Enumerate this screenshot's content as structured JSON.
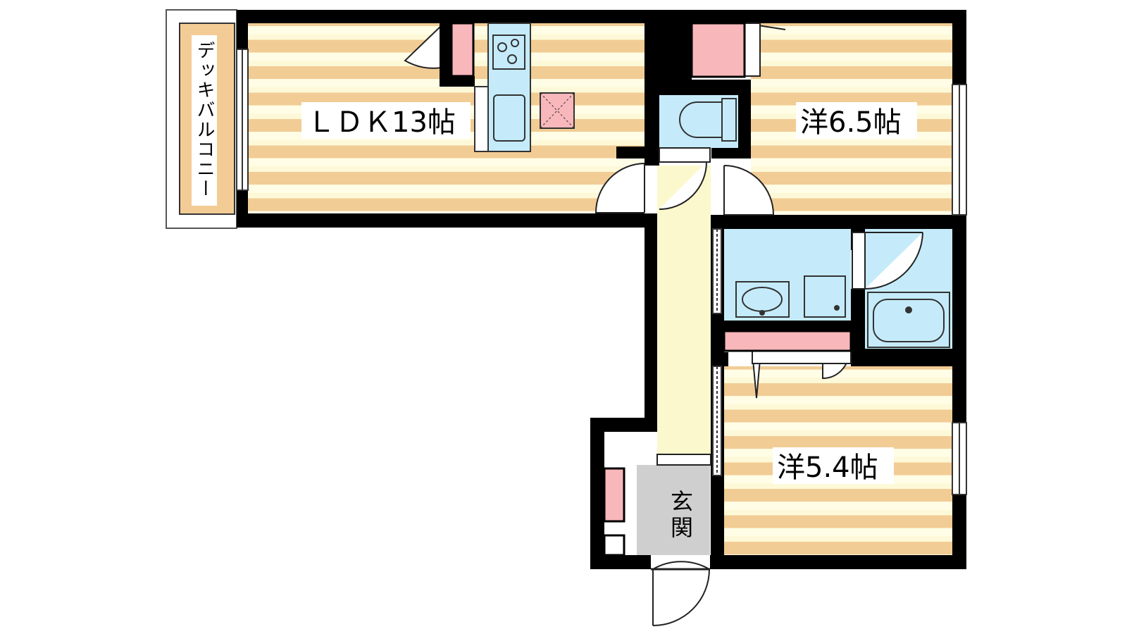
{
  "rooms": {
    "ldk": {
      "label": "ＬＤＫ13帖"
    },
    "western_1": {
      "label": "洋6.5帖"
    },
    "western_2": {
      "label": "洋5.4帖"
    },
    "entrance": {
      "label_top": "玄",
      "label_bottom": "関"
    },
    "balcony": {
      "label": "デッキバルコニー"
    }
  },
  "colors": {
    "wall": "#000000",
    "stripe_light": "#fdf9d8",
    "stripe_dark": "#f2cc95",
    "wet_area": "#c5ebfa",
    "storage": "#f8b7bb",
    "corridor": "#fbf8cd",
    "entrance_floor": "#cfcfcf",
    "balcony_floor": "#f3cc95"
  }
}
